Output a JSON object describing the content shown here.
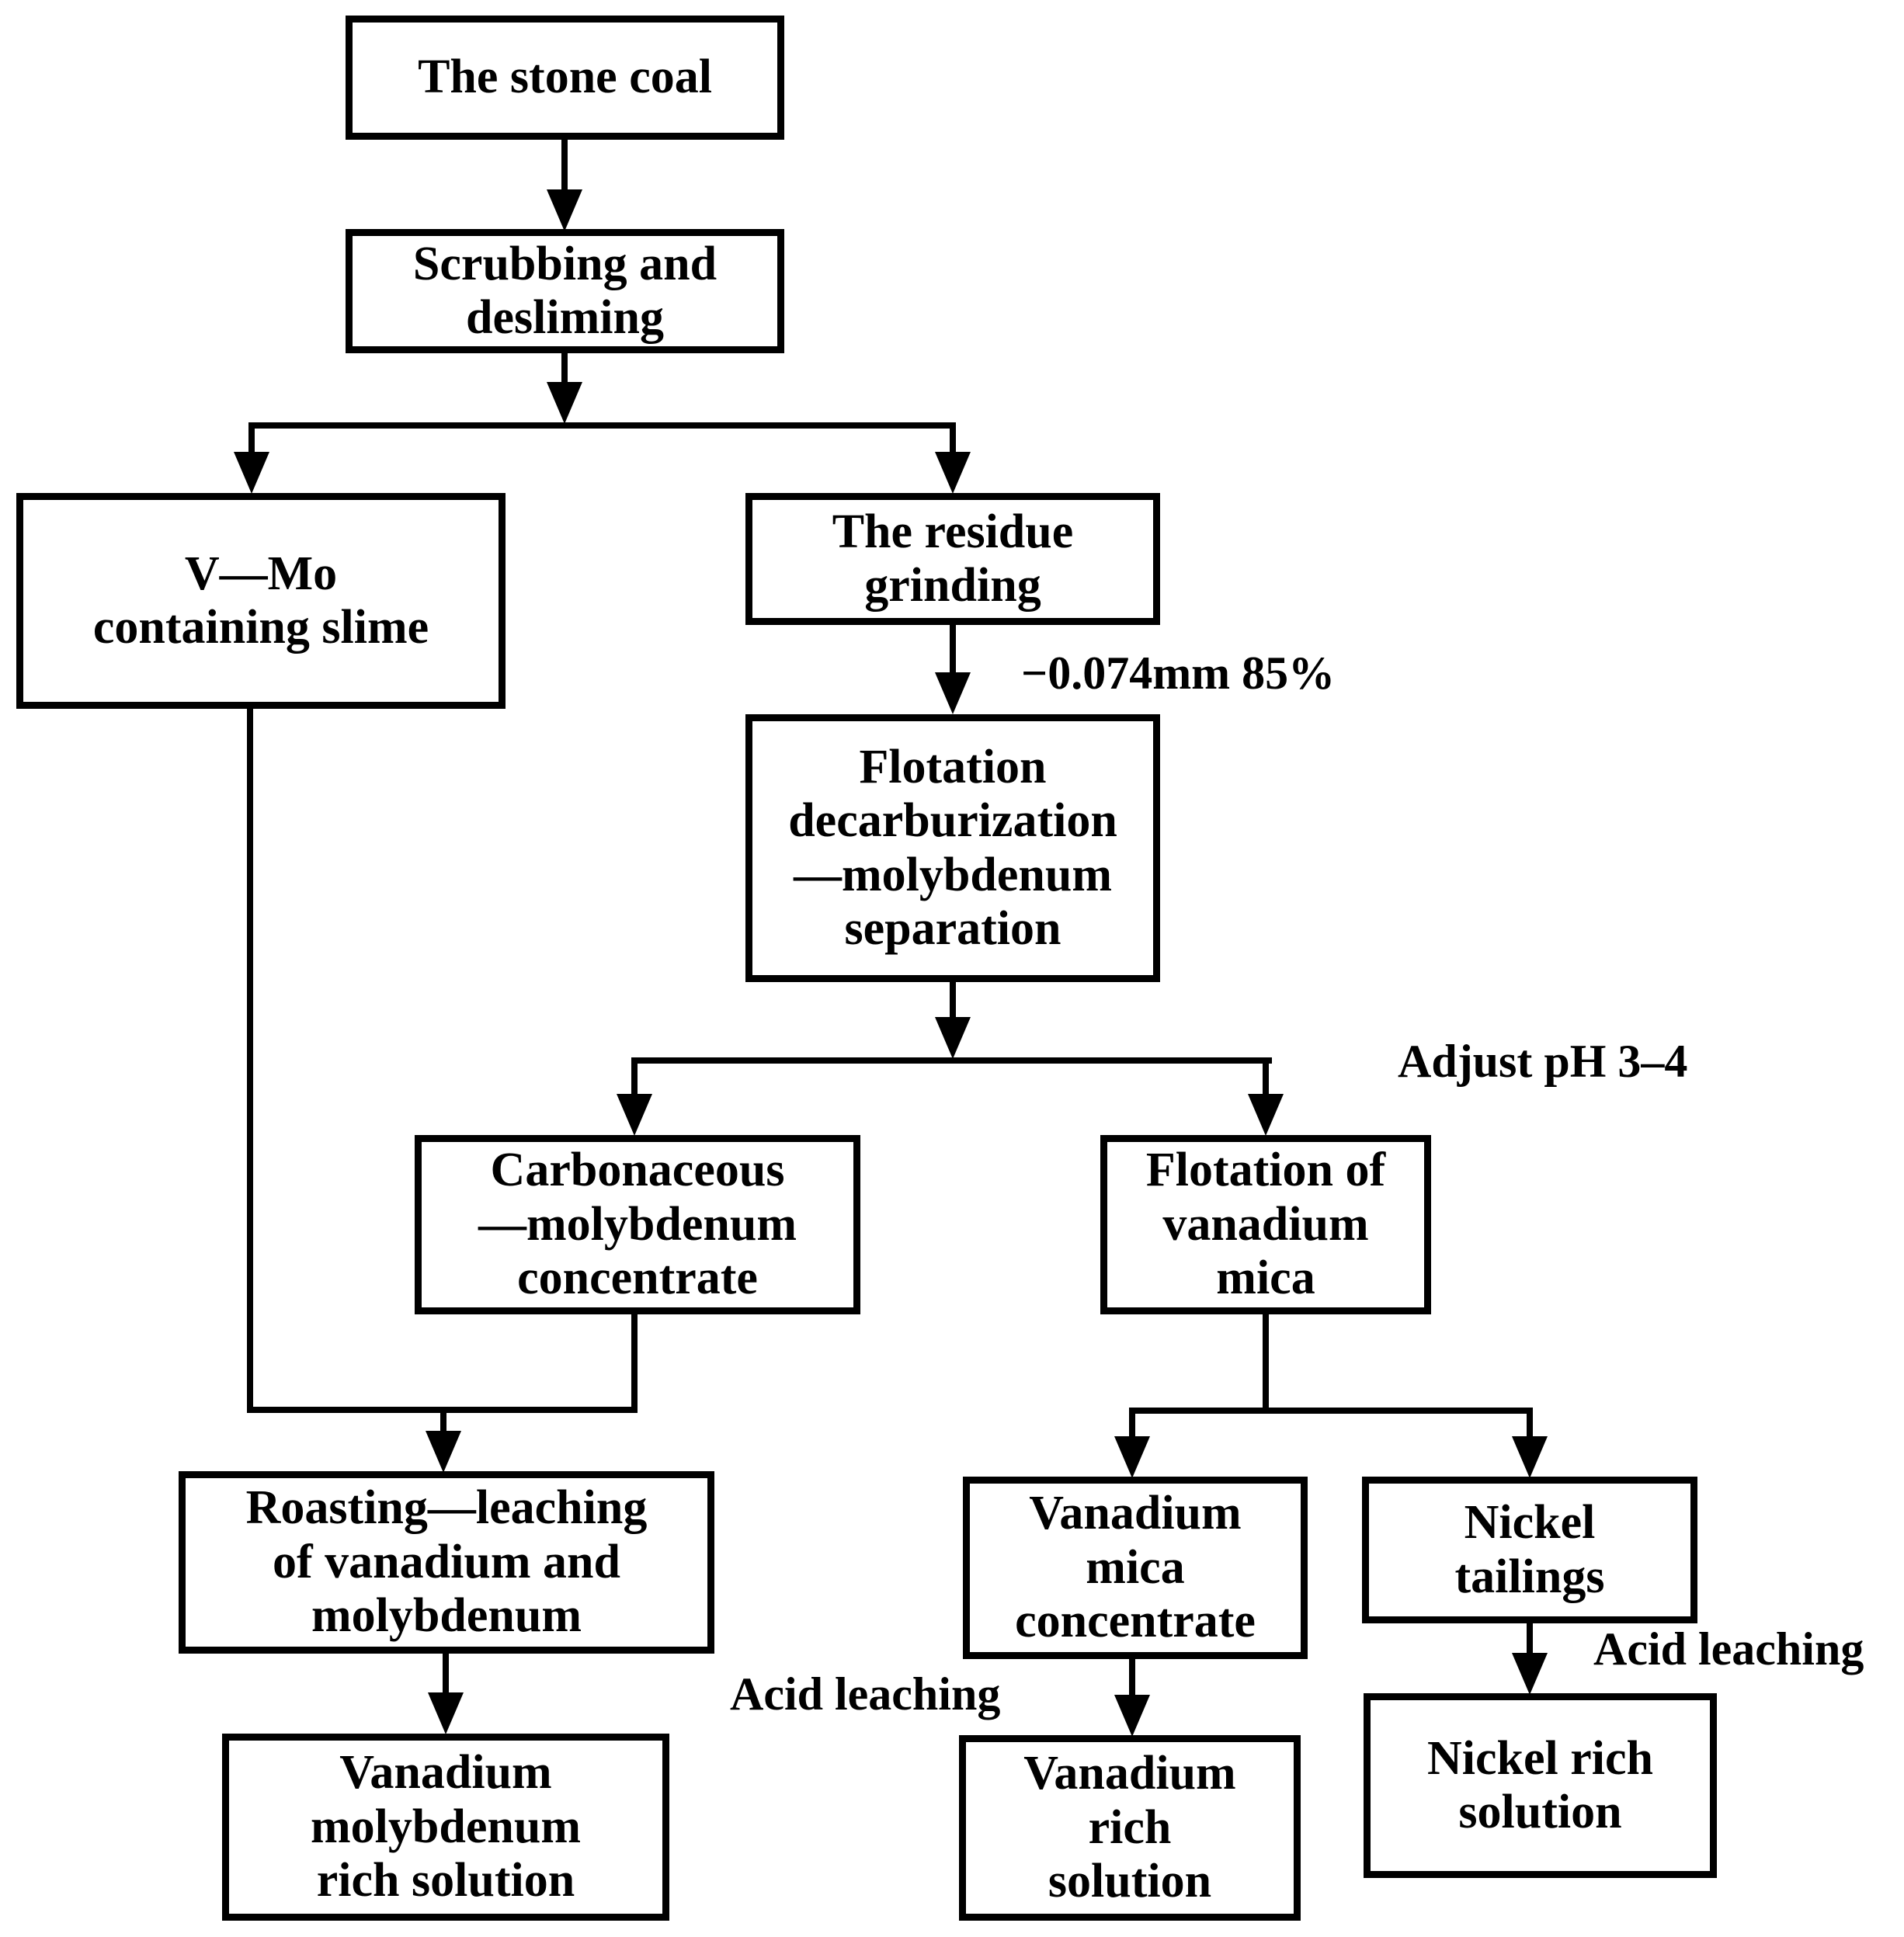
{
  "figure": {
    "type": "flowchart",
    "background_color": "#ffffff",
    "line_color": "#000000",
    "text_color": "#000000"
  },
  "nodes": {
    "stone_coal": {
      "label": "The stone coal"
    },
    "scrubbing": {
      "label": "Scrubbing and\ndesliming"
    },
    "v_mo_slime": {
      "label": "V—Mo\ncontaining slime"
    },
    "residue_grinding": {
      "label": "The residue\ngrinding"
    },
    "flotation_decarb": {
      "label": "Flotation\ndecarburization\n—molybdenum\nseparation"
    },
    "carbonaceous": {
      "label": "Carbonaceous\n—molybdenum\nconcentrate"
    },
    "flotation_mica": {
      "label": "Flotation of\nvanadium mica"
    },
    "roasting": {
      "label": "Roasting—leaching\nof vanadium and\nmolybdenum"
    },
    "v_mo_rich": {
      "label": "Vanadium\nmolybdenum\nrich solution"
    },
    "mica_concentrate": {
      "label": "Vanadium\nmica\nconcentrate"
    },
    "nickel_tailings": {
      "label": "Nickel\ntailings"
    },
    "v_rich": {
      "label": "Vanadium\nrich\nsolution"
    },
    "ni_rich": {
      "label": "Nickel rich\nsolution"
    }
  },
  "annotations": {
    "grind_size": "−0.074mm 85%",
    "adjust_ph": "Adjust pH 3–4",
    "acid_leaching_left": "Acid leaching",
    "acid_leaching_right": "Acid leaching"
  }
}
